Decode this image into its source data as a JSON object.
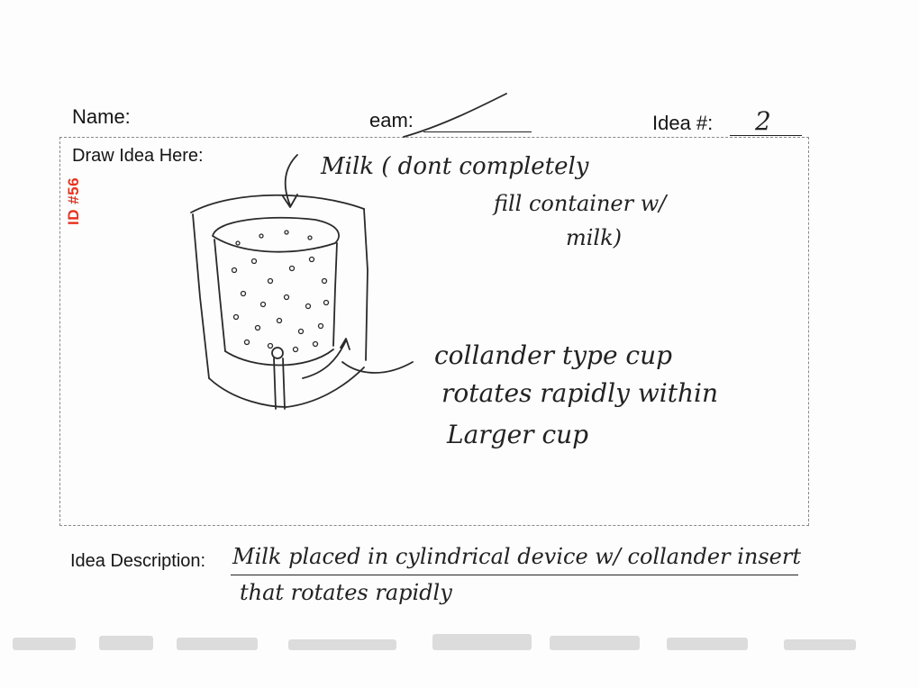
{
  "form": {
    "name_label": "Name:",
    "team_label": "eam:",
    "idea_label": "Idea #:",
    "idea_number": "2",
    "draw_label": "Draw Idea Here:",
    "description_label": "Idea Description:"
  },
  "stamp": {
    "id_text": "ID #56",
    "color": "#e8321e"
  },
  "sketch": {
    "annotation_milk": [
      "Milk ( dont completely",
      "fill container w/",
      "milk)"
    ],
    "annotation_cup": [
      "collander type cup",
      "rotates rapidly within",
      "Larger cup"
    ]
  },
  "description": {
    "line1": "Milk placed in cylindrical device w/ collander insert",
    "line2": "that rotates rapidly"
  }
}
